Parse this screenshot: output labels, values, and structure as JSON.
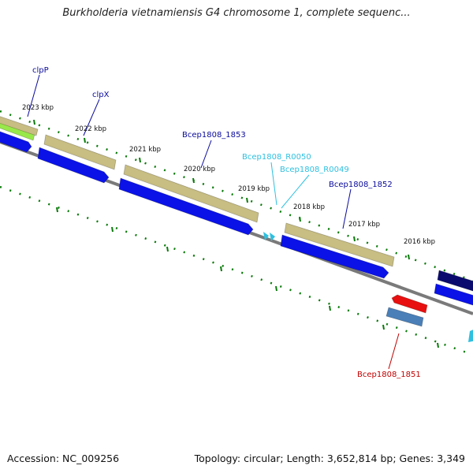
{
  "title": "Burkholderia vietnamiensis G4 chromosome 1, complete sequenc...",
  "footer": {
    "accession": "Accession: NC_009256",
    "topology": "Topology: circular; Length: 3,652,814 bp; Genes: 3,349"
  },
  "colors": {
    "cds": "#0a12e8",
    "gene": "#c8bd82",
    "gene_green": "#99e84a",
    "backbone": "#7a7a7a",
    "tick": "#0a7a0a",
    "label_dark": "#0a0a9c",
    "label_light": "#2ec0e0",
    "label_red": "#c00000",
    "red_feature": "#e81010",
    "steel_feature": "#4a7fb8",
    "navy_feature": "#0a0a6e",
    "cyan_feature": "#2ec0e0"
  },
  "ticks": [
    "2023 kbp",
    "2022 kbp",
    "2021 kbp",
    "2020 kbp",
    "2019 kbp",
    "2018 kbp",
    "2017 kbp",
    "2016 kbp"
  ],
  "genes": [
    "clpP",
    "clpX",
    "Bcep1808_1853",
    "Bcep1808_R0050",
    "Bcep1808_R0049",
    "Bcep1808_1852",
    "Bcep1808_1851"
  ]
}
